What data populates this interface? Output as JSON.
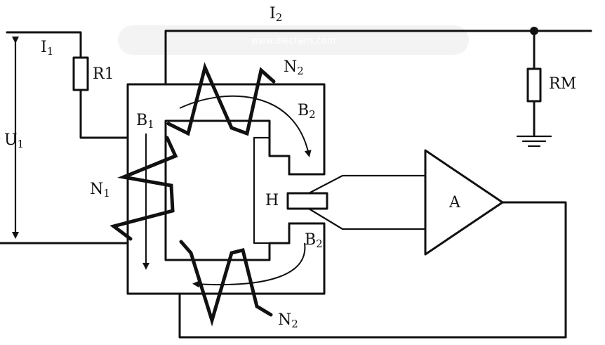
{
  "labels": {
    "i2": {
      "main": "I",
      "sub": "2"
    },
    "i1": {
      "main": "I",
      "sub": "1"
    },
    "r1": "R1",
    "rm": "RM",
    "u1": {
      "main": "U",
      "sub": "1"
    },
    "b1": {
      "main": "B",
      "sub": "1"
    },
    "b2_top": {
      "main": "B",
      "sub": "2"
    },
    "b2_bottom": {
      "main": "B",
      "sub": "2"
    },
    "n1": {
      "main": "N",
      "sub": "1"
    },
    "n2_top": {
      "main": "N",
      "sub": "2"
    },
    "n2_bottom": {
      "main": "N",
      "sub": "2"
    },
    "hall": "H",
    "amplifier": "A"
  },
  "watermark": "www.elecfans.com"
}
